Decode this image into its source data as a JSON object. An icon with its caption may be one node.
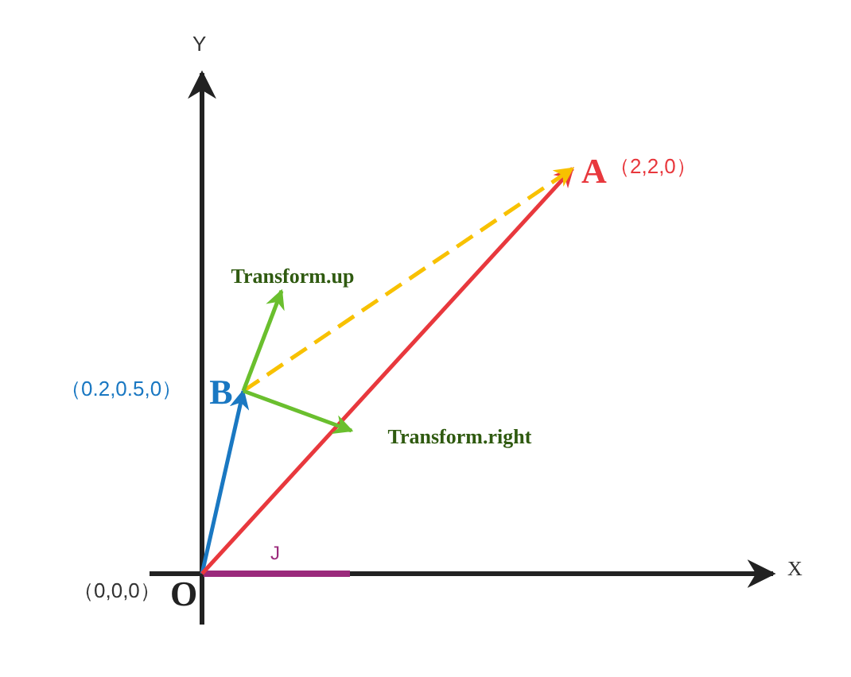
{
  "diagram": {
    "nodes": [
      {
        "text": [
          "O"
        ],
        "beside": [
          "（0,0,0）"
        ]
      },
      {
        "text": [
          "B"
        ],
        "beside": [
          "（0.2,0.5,0）"
        ]
      },
      {
        "text": [
          "A"
        ],
        "beside": [
          "（2,2,0）"
        ]
      },
      {
        "text": [
          "Transform.up"
        ]
      },
      {
        "text": [
          "Transform.right"
        ]
      }
    ],
    "edges": [
      {
        "from": 0,
        "to": 1,
        "arrow": "to",
        "color": "#1a78c2"
      },
      {
        "from": 0,
        "to": 2,
        "arrow": "to",
        "color": "#e8383d"
      },
      {
        "from": 1,
        "to": 2,
        "arrow": "to",
        "style": "dashed",
        "color": "#f8c100"
      },
      {
        "from": 1,
        "to": 3,
        "arrow": "to",
        "color": "#6abf2e"
      },
      {
        "from": 1,
        "to": 4,
        "arrow": "to",
        "color": "#6abf2e"
      }
    ],
    "labels": [
      "Y",
      "X",
      "J"
    ]
  }
}
